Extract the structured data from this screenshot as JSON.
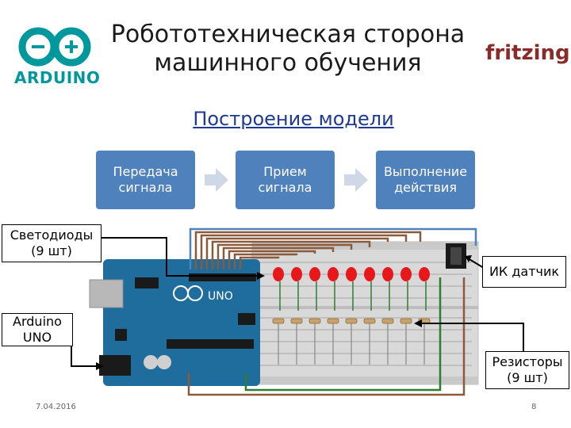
{
  "header": {
    "title_line1": "Робототехническая сторона",
    "title_line2": "машинного обучения",
    "arduino_logo_text": "ARDUINO",
    "fritzing_logo_text": "fritzing"
  },
  "subtitle": "Построение модели",
  "flow_steps": [
    {
      "label": "Передача сигнала"
    },
    {
      "label": "Прием сигнала"
    },
    {
      "label": "Выполнение действия"
    }
  ],
  "callouts": {
    "leds": "Светодиоды (9 шт)",
    "arduino": "Arduino UNO",
    "ir_sensor": "ИК датчик",
    "resistors": "Резисторы (9 шт)"
  },
  "board_label": "UNO",
  "footer": {
    "date": "7.04.2016",
    "page_number": "8"
  },
  "colors": {
    "step_fill": "#4f81bd",
    "arduino_teal": "#00979d",
    "board_blue": "#1f6d9c",
    "breadboard": "#d9d9d9",
    "led_red": "#e8171b"
  }
}
